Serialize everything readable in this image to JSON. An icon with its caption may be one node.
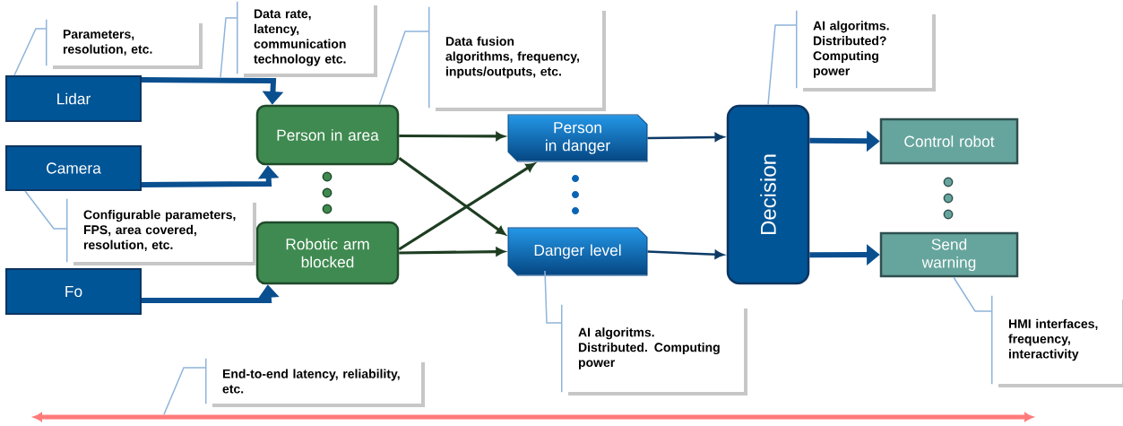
{
  "diagram": {
    "nodes": [
      {
        "text": [
          "Lidar"
        ]
      },
      {
        "text": [
          "Camera"
        ]
      },
      {
        "text": [
          "Fo"
        ]
      },
      {
        "text": [
          "Person in area"
        ]
      },
      {
        "text": [
          "Robotic arm blocked"
        ]
      },
      {
        "text": [
          "Person in danger"
        ]
      },
      {
        "text": [
          "Danger level"
        ]
      },
      {
        "text": [
          "Decision"
        ]
      },
      {
        "text": [
          "Control robot"
        ]
      },
      {
        "text": [
          "Send warning"
        ]
      },
      {
        "text": [
          "Parameters, resolution, etc."
        ]
      },
      {
        "text": [
          "Data rate, latency, communication technology etc."
        ]
      },
      {
        "text": [
          "Data fusion algorithms, frequency, inputs/outputs, etc."
        ]
      },
      {
        "text": [
          "Configurable parameters, FPS, area covered, resolution, etc."
        ]
      },
      {
        "text": [
          "AI algoritms. Distributed? Computing power"
        ]
      },
      {
        "text": [
          "AI algoritms. Distributed. Computing power"
        ]
      },
      {
        "text": [
          "HMI interfaces, frequency, interactivity"
        ]
      },
      {
        "text": [
          "End-to-end latency, reliability, etc."
        ]
      }
    ],
    "edges": [
      {
        "from": 0,
        "to": 3,
        "arrow": "to",
        "style": "thick",
        "color": "#0a4f8f"
      },
      {
        "from": 1,
        "to": 3,
        "arrow": "to",
        "style": "thick",
        "color": "#0a4f8f"
      },
      {
        "from": 2,
        "to": 4,
        "arrow": "to",
        "style": "thick",
        "color": "#0a4f8f"
      },
      {
        "from": 3,
        "to": 5,
        "arrow": "to",
        "color": "#1e3d22"
      },
      {
        "from": 3,
        "to": 6,
        "arrow": "to",
        "color": "#1e3d22"
      },
      {
        "from": 4,
        "to": 5,
        "arrow": "to",
        "color": "#1e3d22"
      },
      {
        "from": 4,
        "to": 6,
        "arrow": "to",
        "color": "#1e3d22"
      },
      {
        "from": 5,
        "to": 7,
        "arrow": "to",
        "color": "#0d3a66"
      },
      {
        "from": 6,
        "to": 7,
        "arrow": "to",
        "color": "#0d3a66"
      },
      {
        "from": 7,
        "to": 8,
        "arrow": "to",
        "style": "thick",
        "color": "#0a4f8f"
      },
      {
        "from": 7,
        "to": 9,
        "arrow": "to",
        "style": "thick",
        "color": "#0a4f8f"
      },
      {
        "from": 10,
        "to": 0,
        "arrow": "none"
      },
      {
        "from": 11,
        "to": null,
        "arrow": "none"
      },
      {
        "from": 12,
        "to": 3,
        "arrow": "none"
      },
      {
        "from": 13,
        "to": 1,
        "arrow": "none"
      },
      {
        "from": 14,
        "to": 7,
        "arrow": "none"
      },
      {
        "from": 15,
        "to": 6,
        "arrow": "none"
      },
      {
        "from": 16,
        "to": 9,
        "arrow": "none"
      },
      {
        "from": 17,
        "to": null,
        "arrow": "none"
      }
    ]
  }
}
